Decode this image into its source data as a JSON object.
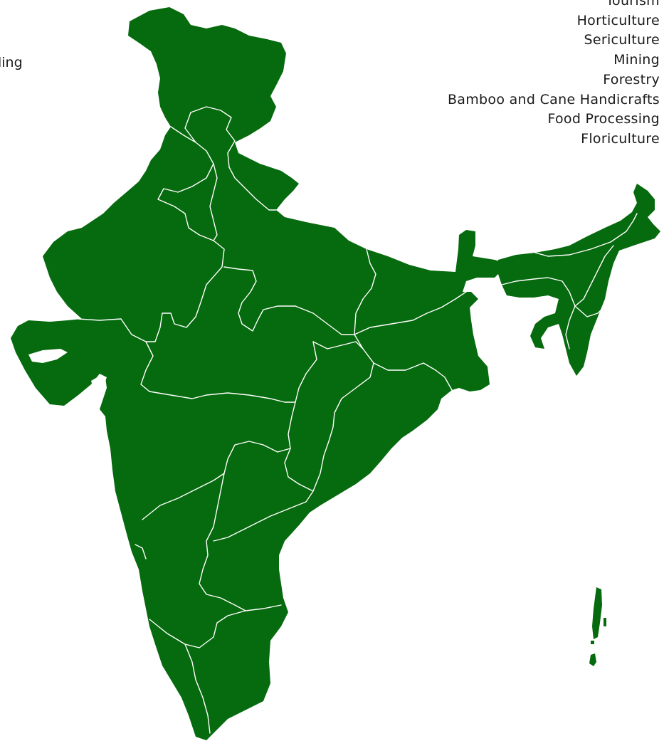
{
  "map": {
    "fill_color": "#066a0e",
    "border_color": "#ffffff",
    "text_color": "#1a1a1a",
    "background": "#ffffff"
  },
  "industries": [
    "Tourism",
    "Horticulture",
    "Sericulture",
    "Mining",
    "Forestry",
    "Bamboo and Cane Handicrafts",
    "Food Processing",
    "Floriculture"
  ],
  "clipped_text": {
    "left_word_fragment": "ling",
    "left_paren_fragment": ")"
  }
}
